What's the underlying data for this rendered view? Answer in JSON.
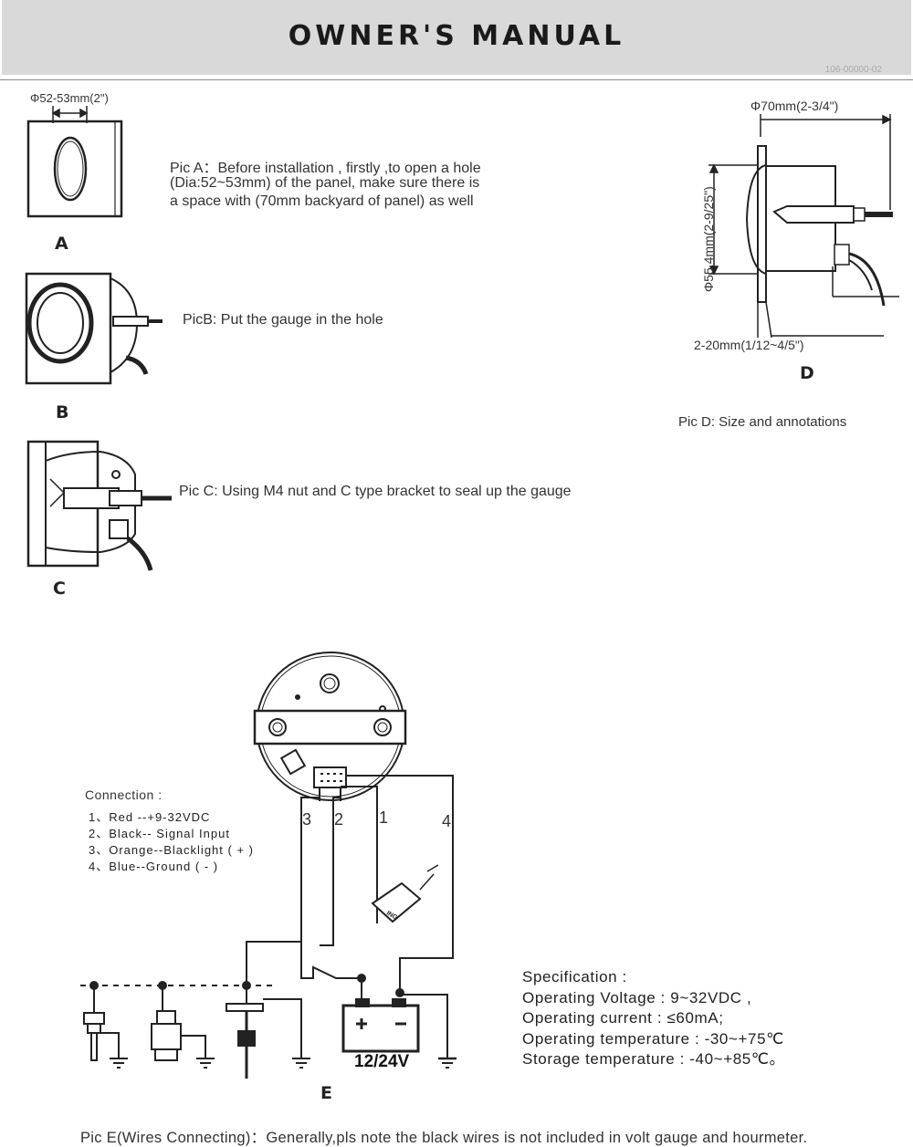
{
  "header": {
    "title": "OWNER'S  MANUAL",
    "doc_id": "106-00000-02"
  },
  "pic_a": {
    "dim_label": "Φ52-53mm(2\")",
    "letter": "A",
    "caption_lines": [
      "Pic A：Before installation , firstly ,to open a hole",
      "(Dia:52~53mm) of the panel, make sure there is",
      "a space with (70mm backyard of panel)  as well"
    ]
  },
  "pic_b": {
    "letter": "B",
    "caption": "PicB: Put the gauge in the hole"
  },
  "pic_c": {
    "letter": "C",
    "caption": "Pic C: Using M4 nut and C type bracket to seal up the gauge"
  },
  "pic_d": {
    "letter": "D",
    "depth_label": "Φ70mm(2-3/4\")",
    "diameter_label": "Φ55.4mm(2-9/25\")",
    "panel_label": "2-20mm(1/12~4/5\")",
    "caption": "Pic D: Size and annotations"
  },
  "pic_e": {
    "letter": "E",
    "wire_numbers": [
      "3",
      "2",
      "1",
      "4"
    ],
    "battery_label": "12/24V",
    "switch_label": "ING",
    "connection_title": "Connection :",
    "connections": [
      "1、Red --+9-32VDC",
      "2、Black-- Signal  Input",
      "3、Orange--Blacklight ( + )",
      "4、Blue--Ground ( - )"
    ],
    "caption": "Pic E(Wires Connecting)：Generally,pls note the black wires is not included in volt gauge and hourmeter."
  },
  "specification": {
    "title": "Specification :",
    "lines": [
      "Operating Voltage : 9~32VDC ,",
      "Operating current :  ≤60mA;",
      "Operating temperature : -30~+75℃",
      "Storage temperature : -40~+85℃。"
    ]
  }
}
